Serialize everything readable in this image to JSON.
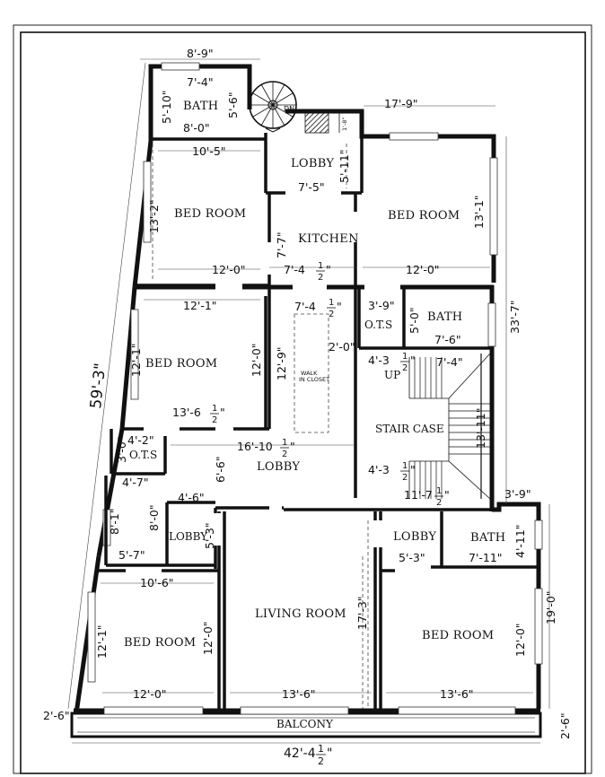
{
  "rooms": {
    "bath_top": "BATH",
    "lobby_top": "LOBBY",
    "bed_nw": "BED ROOM",
    "bed_ne": "BED ROOM",
    "kitchen": "KITCHEN",
    "bed_w": "BED ROOM",
    "ots_mid": "O.T.S",
    "bath_mid": "BATH",
    "walk_in_1": "WALK",
    "walk_in_2": "IN CLOSET",
    "stair_case": "STAIR CASE",
    "stair_up": "UP",
    "stair_dn": "DN",
    "ots_left": "O.T.S",
    "lobby_mid": "LOBBY",
    "lobby_small": "LOBBY",
    "living": "LIVING ROOM",
    "lobby_right": "LOBBY",
    "bath_right": "BATH",
    "bed_sw": "BED ROOM",
    "bed_se": "BED ROOM",
    "balcony": "BALCONY"
  },
  "dims": {
    "d_8_9": "8'-9\"",
    "d_7_4_bath": "7'-4\"",
    "d_5_10": "5'-10\"",
    "d_5_6": "5'-6\"",
    "d_8_0_bath": "8'-0\"",
    "d_17_9": "17'-9\"",
    "d_1_8": "1'-8\"",
    "d_10_5": "10'-5\"",
    "d_5_11": "5'-11\"",
    "d_7_5": "7'-5\"",
    "d_13_2": "13'-2\"",
    "d_13_1": "13'-1\"",
    "d_7_7": "7'-7\"",
    "d_12_0_nw": "12'-0\"",
    "d_7_4h_k": "7'-4",
    "d_12_0_ne": "12'-0\"",
    "d_33_7": "33'-7\"",
    "d_12_1_top": "12'-1\"",
    "d_7_4h_wic": "7'-4",
    "d_3_9_ots": "3'-9\"",
    "d_5_0": "5'-0\"",
    "d_7_6": "7'-6\"",
    "d_2_0": "2'-0\"",
    "d_12_1_side": "12'-1\"",
    "d_12_0_w": "12'-0\"",
    "d_12_9": "12'-9\"",
    "d_4_3h_top": "4'-3",
    "d_7_4_st": "7'-4\"",
    "d_59_3": "59'-3\"",
    "d_13_6h": "13'-6",
    "d_13_11": "13'-11\"",
    "d_4_2": "4'-2\"",
    "d_3_0": "3'-0\"",
    "d_16_10h": "16'-10",
    "d_6_6": "6'-6\"",
    "d_4_3h_bot": "4'-3",
    "d_4_7": "4'-7\"",
    "d_11_7h": "11'-7",
    "d_3_9_r": "3'-9\"",
    "d_4_6": "4'-6\"",
    "d_8_1": "8'-1\"",
    "d_8_0_l": "8'-0\"",
    "d_5_3_l": "5'-3\"",
    "d_5_7": "5'-7\"",
    "d_5_3_r": "5'-3\"",
    "d_7_11": "7'-11\"",
    "d_4_11": "4'-11\"",
    "d_10_6": "10'-6\"",
    "d_19_0": "19'-0\"",
    "d_12_1_sw": "12'-1\"",
    "d_12_0_sw": "12'-0\"",
    "d_17_3": "17'-3\"",
    "d_12_0_se": "12'-0\"",
    "d_12_0_bot": "12'-0\"",
    "d_13_6_liv": "13'-6\"",
    "d_13_6_se": "13'-6\"",
    "d_2_6_l": "2'-6\"",
    "d_2_6_r": "2'-6\"",
    "d_42_4h": "42'-4",
    "half_num": "1",
    "half_den": "2",
    "quote": "\""
  }
}
